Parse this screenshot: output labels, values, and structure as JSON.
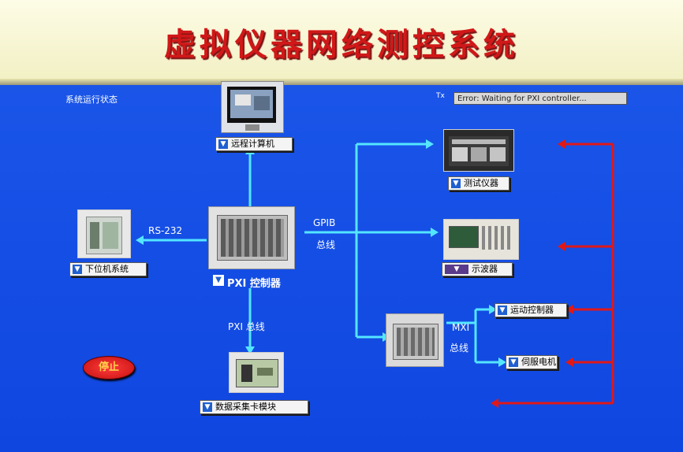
{
  "title": "虚拟仪器网络测控系统",
  "status": {
    "left_label": "系统运行状态",
    "right_marker": "Tx",
    "field_value": "Error: Waiting for PXI controller..."
  },
  "devices": {
    "monitor_label": "远程计算机",
    "instrument_rack_label": "测试仪器",
    "oscilloscope_label": "示波器",
    "plc_label": "下位机系统",
    "controller_label": "PXI 控制器",
    "daq_label": "数据采集卡模块",
    "motion_control_label": "运动控制器",
    "servo_label": "伺服电机"
  },
  "wires": {
    "rs232": "RS-232",
    "gpib_line1": "GPIB",
    "gpib_line2": "总线",
    "pxi_bus": "PXI 总线",
    "mxi_line1": "MXI",
    "mxi_line2": "总线"
  },
  "buttons": {
    "stop": "停止"
  },
  "colors": {
    "canvas": "#1a55e8",
    "title": "#d11818",
    "wire_cyan": "#55e6ff",
    "wire_red": "#e01818"
  }
}
